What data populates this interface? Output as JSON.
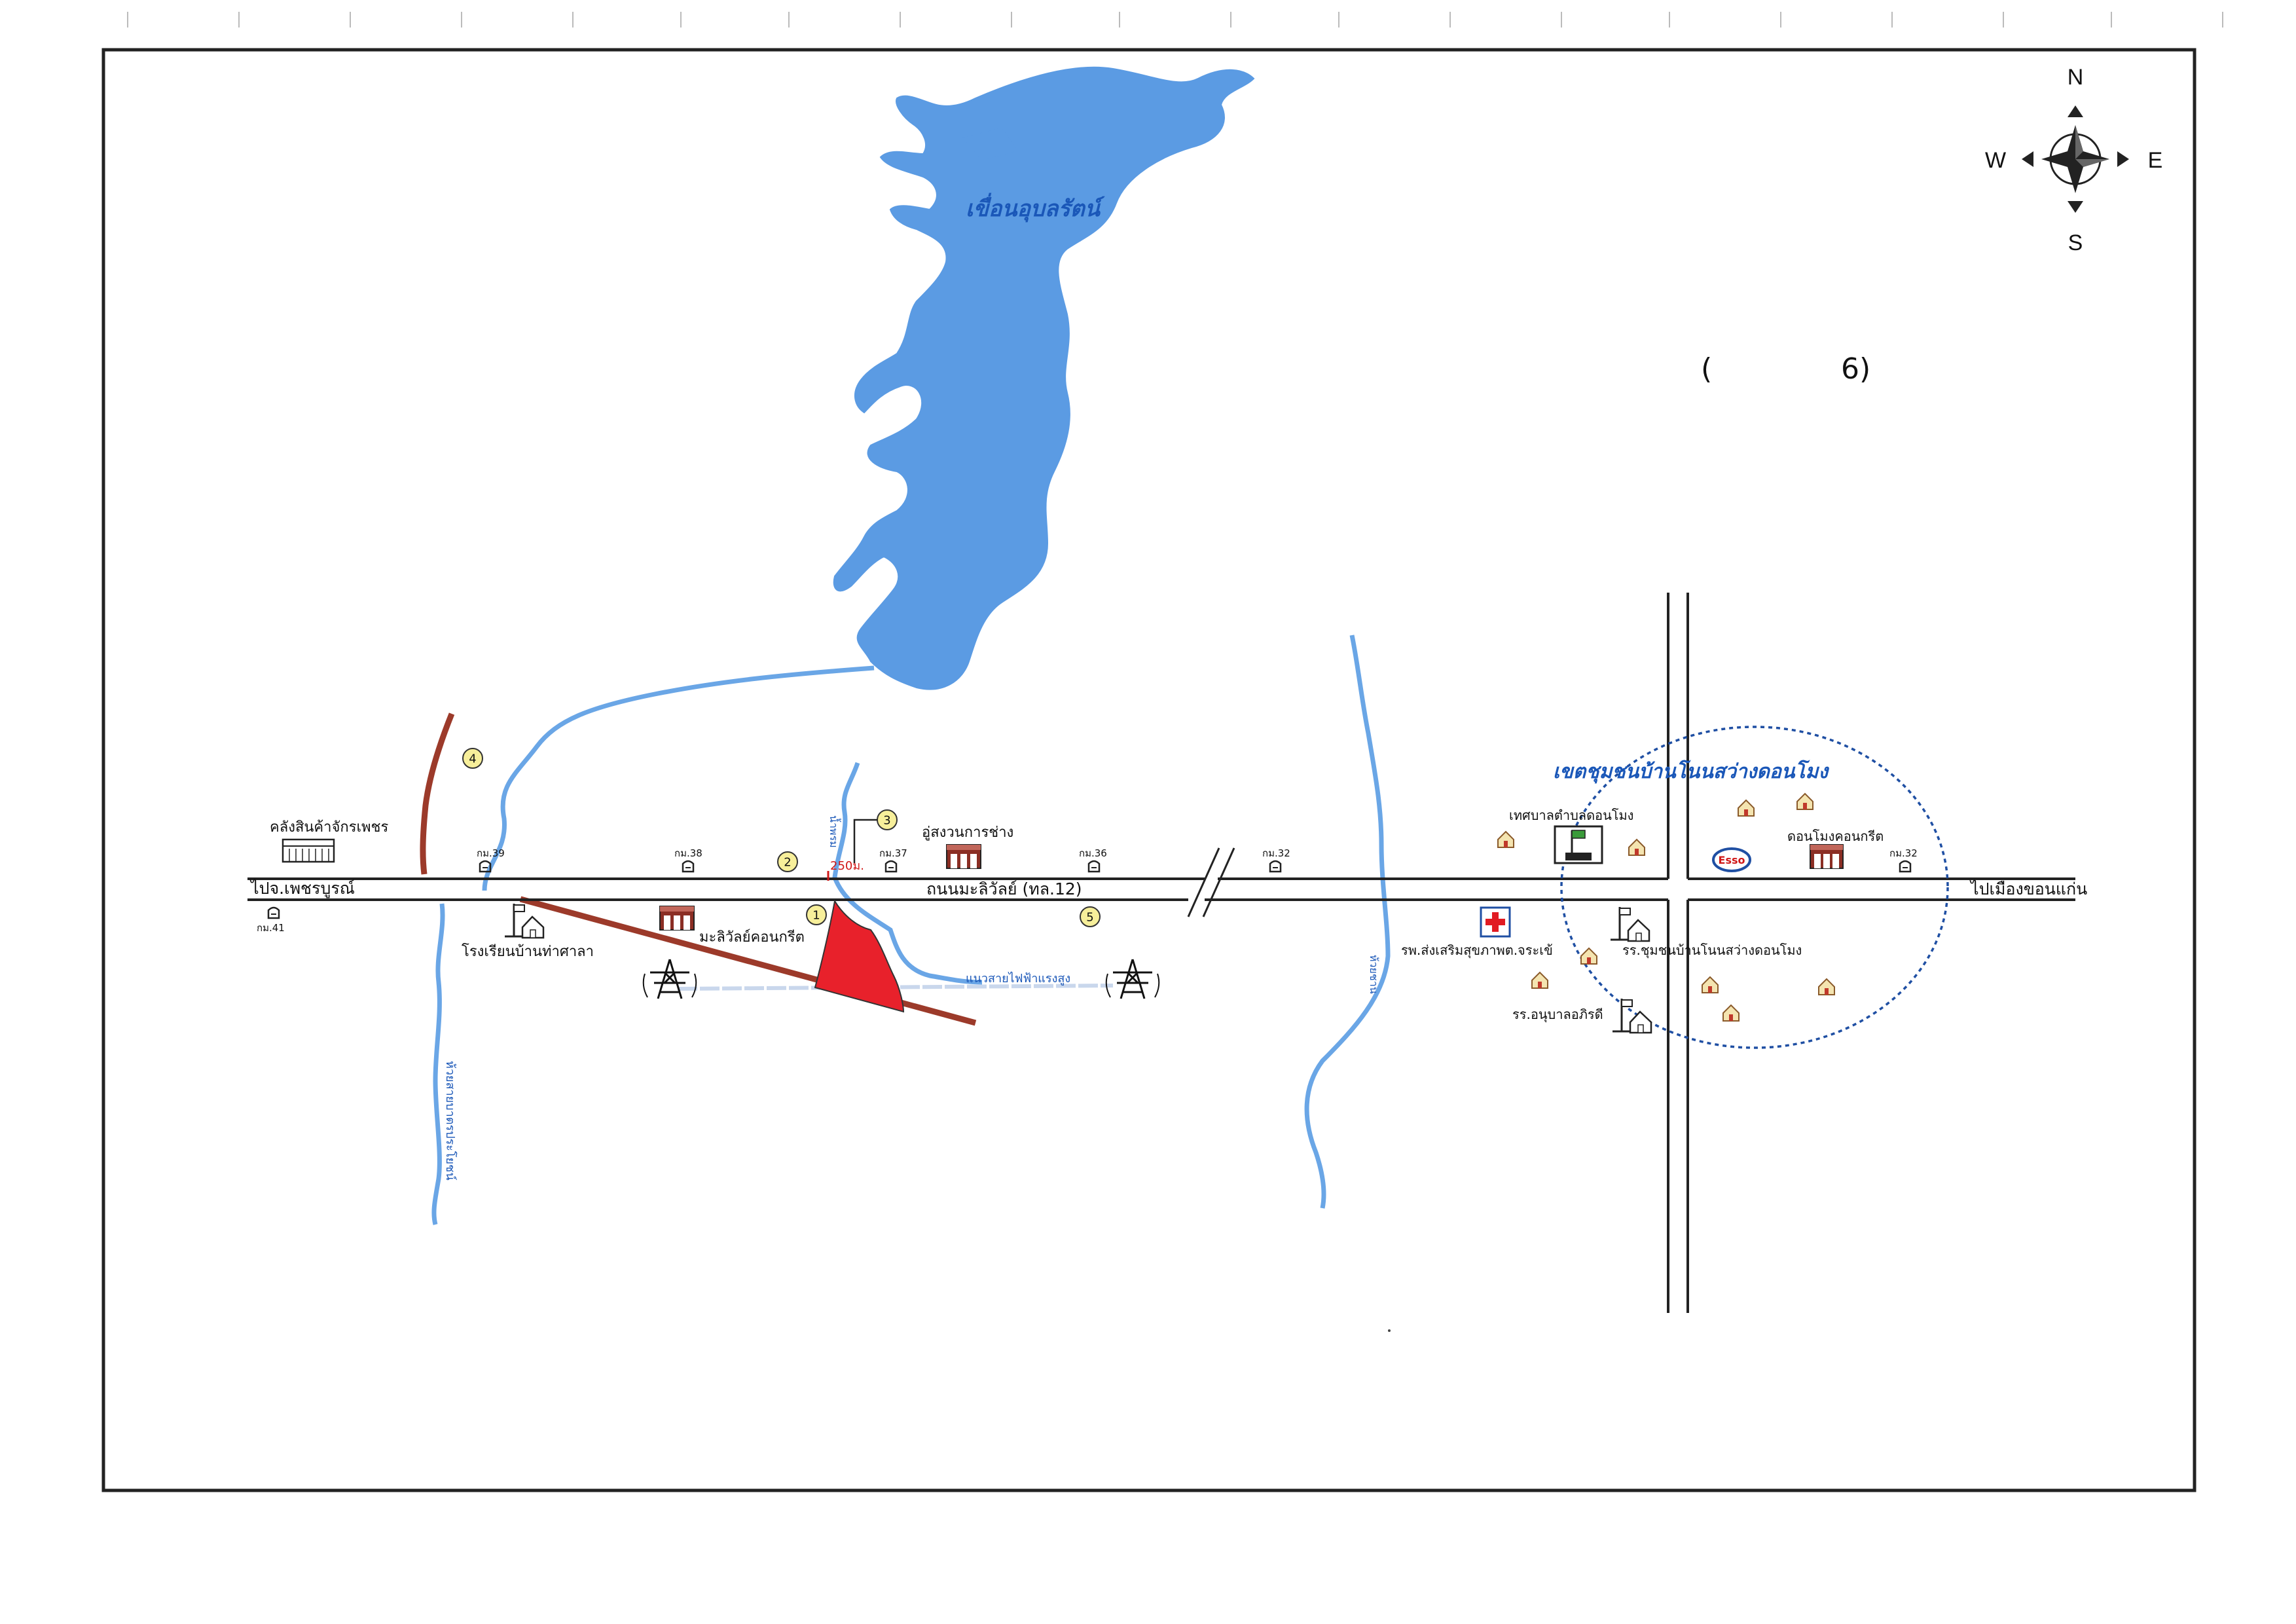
{
  "map": {
    "reservoir_label": "เขื่อนอุบลรัตน์",
    "map_number_open": "(",
    "map_number_close": "6)",
    "compass": {
      "n": "N",
      "s": "S",
      "e": "E",
      "w": "W"
    },
    "road_main": "ถนนมะลิวัลย์ (ทล.12)",
    "to_west": "ไปจ.เพชรบูรณ์",
    "to_east": "ไปเมืองขอนแก่น",
    "km_markers": {
      "km41": "กม.41",
      "km39": "กม.39",
      "km38": "กม.38",
      "km37": "กม.37",
      "km36": "กม.36",
      "km32a": "กม.32",
      "km32b": "กม.32"
    },
    "landmarks": {
      "warehouse": "คลังสินค้าจักรเพชร",
      "school_thasala": "โรงเรียนบ้านท่าศาลา",
      "malivan_concrete": "มะลิวัลย์คอนกรีต",
      "garage": "อู่สงวนการช่าง",
      "power_line": "แนวสายไฟฟ้าแรงสูง",
      "distance_250": "250ม.",
      "creek_1": "ห้วยสายบาตรประโยชน์",
      "creek_2": "น้ำพรม",
      "creek_3": "ห้วยชาน",
      "community_zone": "เขตชุมชนบ้านโนนสว่างดอนโมง",
      "municipality": "เทศบาลตำบลดอนโมง",
      "donmong_concrete": "ดอนโมงคอนกรีต",
      "esso": "Esso",
      "hospital": "รพ.ส่งเสริมสุขภาพต.จระเข้",
      "school_nonsawang": "รร.ชุมชนบ้านโนนสว่างดอนโมง",
      "kindergarten": "รร.อนุบาลอภิรดี"
    },
    "site_numbers": [
      "1",
      "2",
      "3",
      "4",
      "5"
    ]
  }
}
